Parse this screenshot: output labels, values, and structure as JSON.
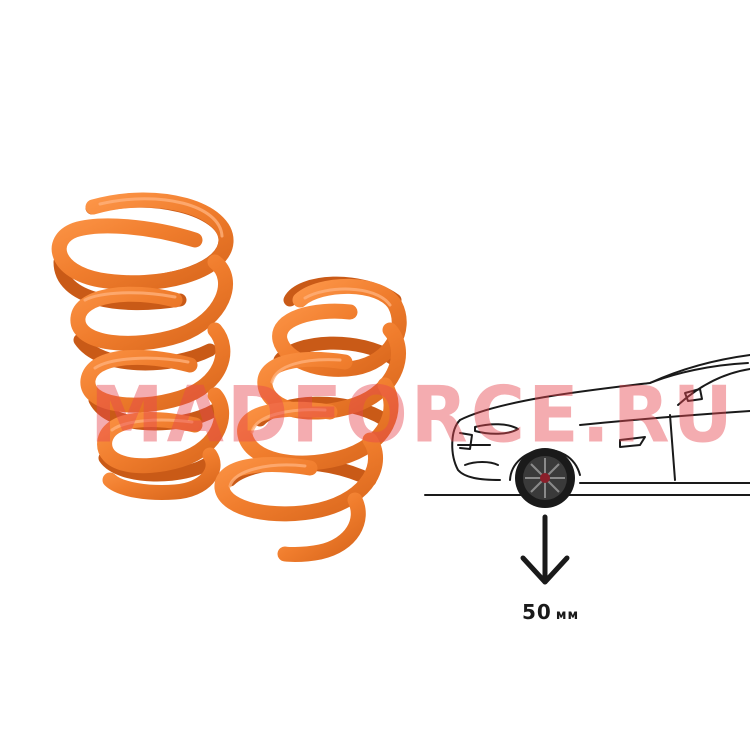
{
  "watermark": {
    "text": "MADFORCE.RU"
  },
  "drop": {
    "value": "50",
    "unit": "мм"
  },
  "colors": {
    "spring": "#f07d2d",
    "spring_shadow": "#c95a17",
    "spring_highlight": "#ffb07a",
    "watermark": "#e64650",
    "car_outline": "#1a1a1a"
  },
  "icons": {
    "arrow": "arrow-down-icon"
  }
}
